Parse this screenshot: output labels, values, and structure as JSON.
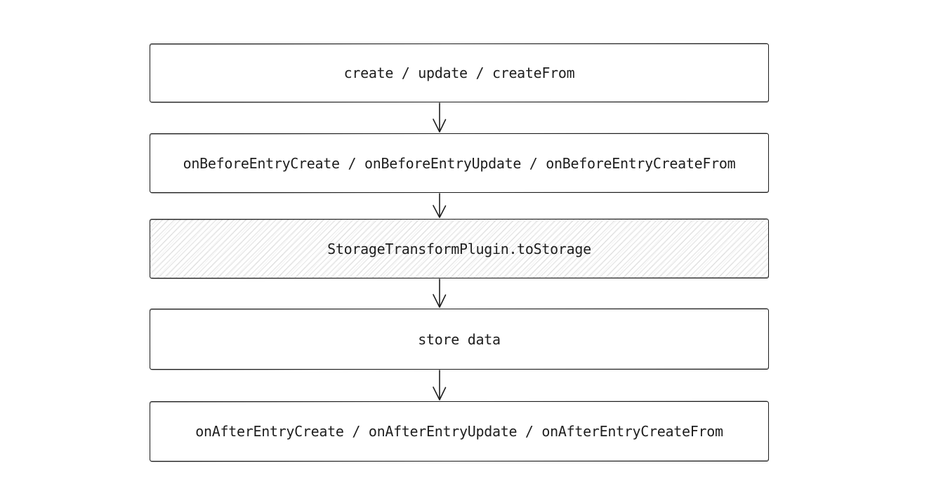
{
  "diagram": {
    "description": "entry storage lifecycle flowchart",
    "nodes": [
      {
        "id": "actions",
        "label": "create / update / createFrom",
        "fill": "solid"
      },
      {
        "id": "on-before",
        "label": "onBeforeEntryCreate / onBeforeEntryUpdate / onBeforeEntryCreateFrom",
        "fill": "solid"
      },
      {
        "id": "to-storage",
        "label": "StorageTransformPlugin.toStorage",
        "fill": "hachure"
      },
      {
        "id": "store-data",
        "label": "store data",
        "fill": "solid"
      },
      {
        "id": "on-after",
        "label": "onAfterEntryCreate / onAfterEntryUpdate / onAfterEntryCreateFrom",
        "fill": "solid"
      }
    ],
    "edges": [
      {
        "from": "actions",
        "to": "on-before",
        "type": "arrow-down"
      },
      {
        "from": "on-before",
        "to": "to-storage",
        "type": "arrow-down"
      },
      {
        "from": "to-storage",
        "to": "store-data",
        "type": "arrow-down"
      },
      {
        "from": "store-data",
        "to": "on-after",
        "type": "arrow-down"
      }
    ],
    "colors": {
      "stroke": "#1e1e1e",
      "background": "#ffffff",
      "hatch": "#dcdcdc"
    }
  }
}
